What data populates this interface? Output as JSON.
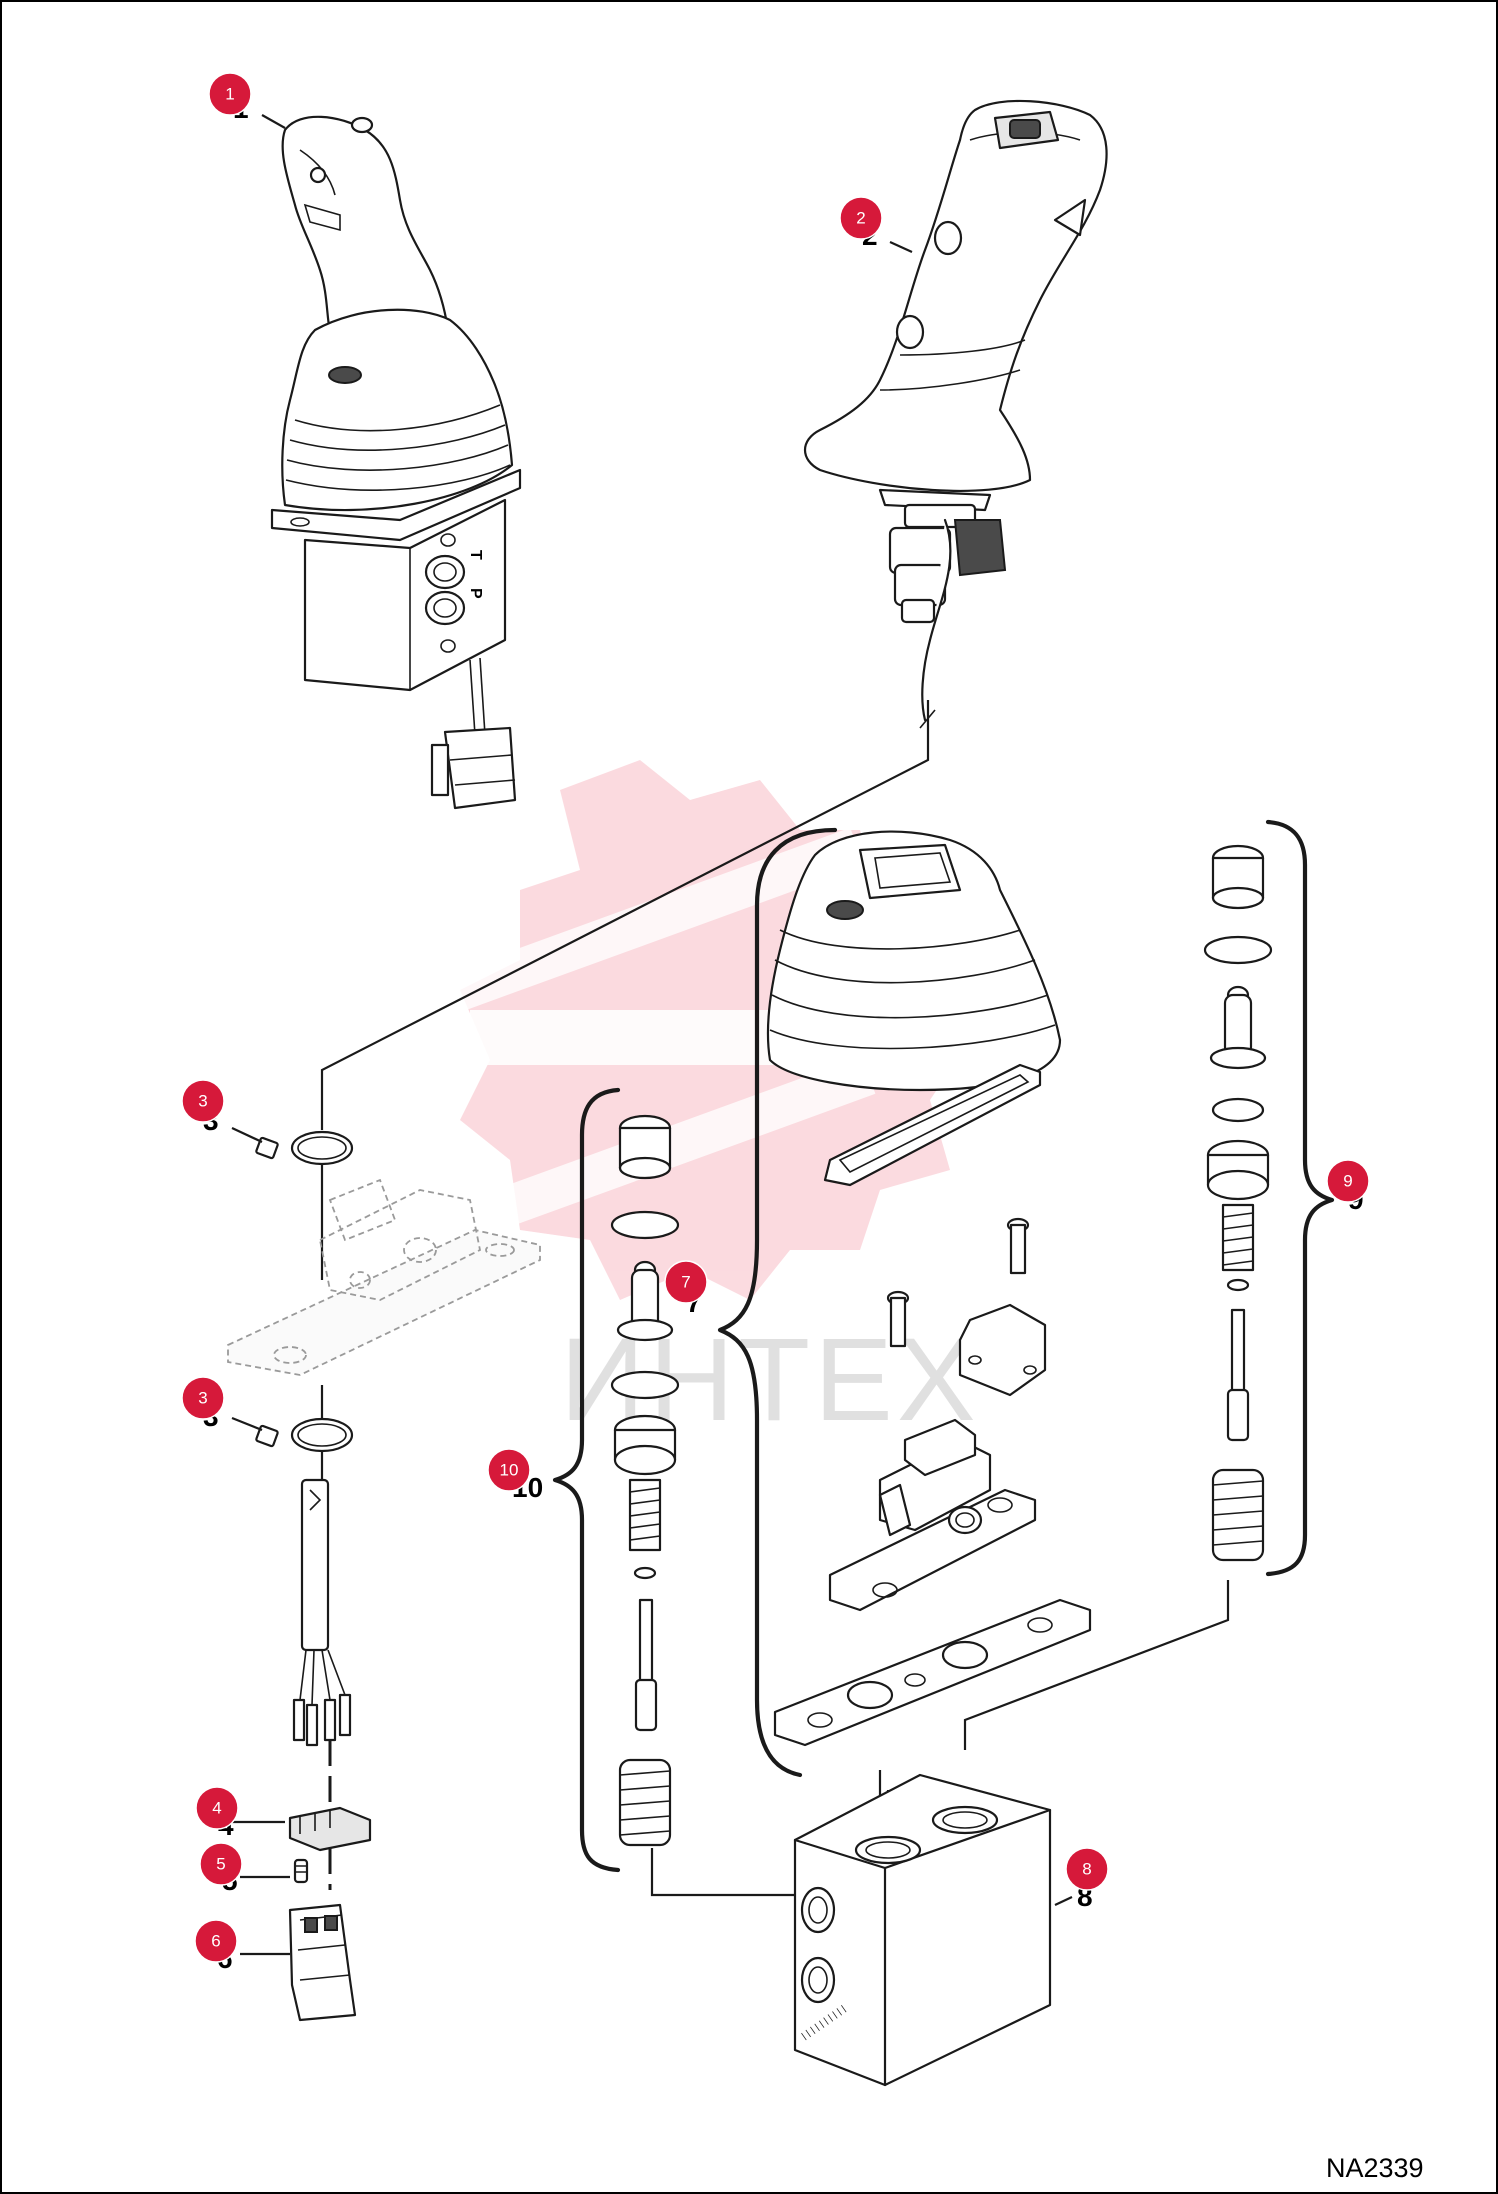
{
  "drawing": {
    "code": "NA2339",
    "watermark_text": "ИНТЕХ",
    "accent_color": "#d6193a"
  },
  "ports": {
    "t_label": "T",
    "p_label": "P"
  },
  "callouts": [
    {
      "id": "1",
      "label": "1"
    },
    {
      "id": "2",
      "label": "2"
    },
    {
      "id": "3a",
      "label": "3"
    },
    {
      "id": "3b",
      "label": "3"
    },
    {
      "id": "4",
      "label": "4"
    },
    {
      "id": "5",
      "label": "5"
    },
    {
      "id": "6",
      "label": "6"
    },
    {
      "id": "7",
      "label": "7"
    },
    {
      "id": "8",
      "label": "8"
    },
    {
      "id": "9",
      "label": "9"
    },
    {
      "id": "10",
      "label": "10"
    }
  ],
  "part_numbers": [
    {
      "id": "1",
      "label": "1"
    },
    {
      "id": "2",
      "label": "2"
    },
    {
      "id": "3a",
      "label": "3"
    },
    {
      "id": "3b",
      "label": "3"
    },
    {
      "id": "4",
      "label": "4"
    },
    {
      "id": "5",
      "label": "5"
    },
    {
      "id": "6",
      "label": "6"
    },
    {
      "id": "7",
      "label": "7"
    },
    {
      "id": "8",
      "label": "8"
    },
    {
      "id": "9",
      "label": "9"
    },
    {
      "id": "10",
      "label": "10"
    }
  ]
}
